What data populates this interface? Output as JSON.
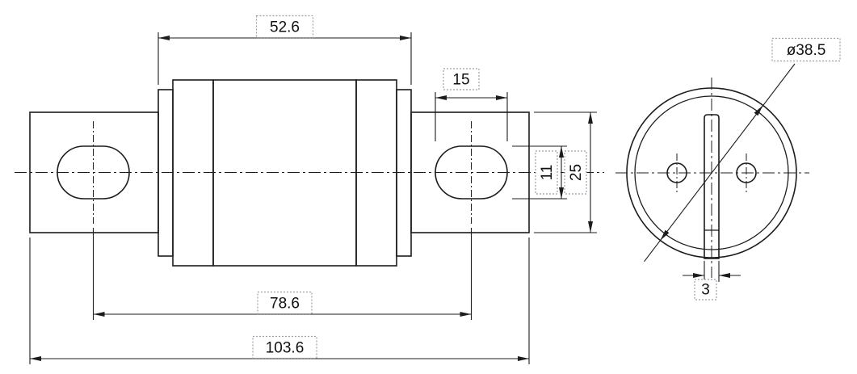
{
  "drawing": {
    "dims": {
      "body_length": "52.6",
      "slot_length": "15",
      "slot_height": "11",
      "tab_height": "25",
      "hole_span": "78.6",
      "overall_length": "103.6",
      "diameter": "ø38.5",
      "blade_width": "3"
    },
    "colors": {
      "line": "#1c1c1c",
      "label_box_border": "#9aa0a6",
      "background": "#ffffff"
    }
  }
}
